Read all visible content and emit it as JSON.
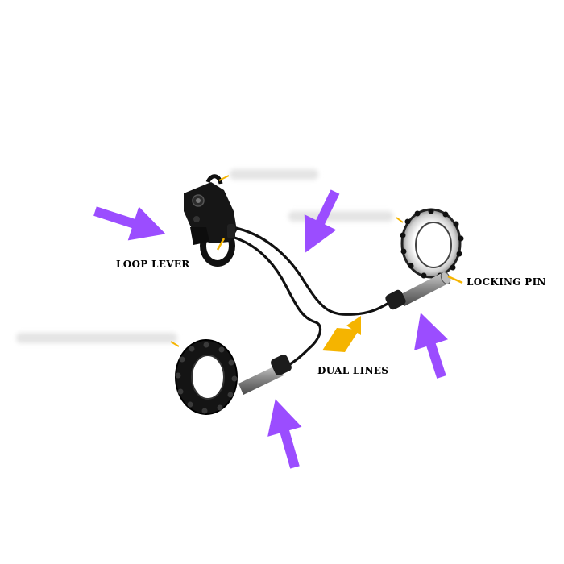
{
  "labels": {
    "loop_lever": "LOOP LEVER",
    "locking_pin": "LOCKING PIN",
    "dual_lines": "DUAL LINES"
  },
  "colors": {
    "arrow": "#9b4dff",
    "pointer": "#f5b400",
    "cable": "#111111",
    "ring_dark": "#1a1a1a",
    "ring_light": "#d9d9d9",
    "barrel": "#7a7a7a",
    "hidden_label_blur": "#e6e6e6"
  },
  "icons": [
    "purple-arrow-icon",
    "yellow-arrow-icon"
  ]
}
